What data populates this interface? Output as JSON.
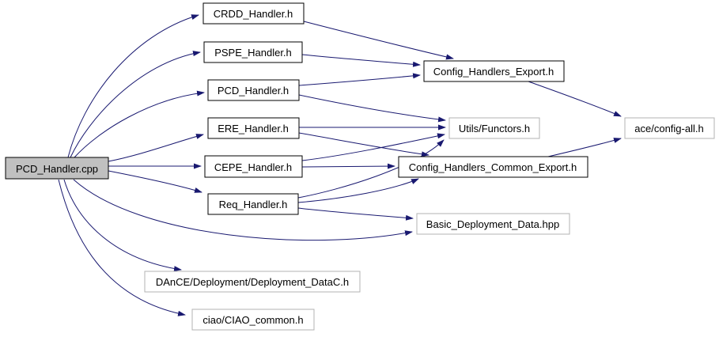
{
  "diagram": {
    "type": "include-dependency-graph",
    "background_color": "#ffffff",
    "edge_color": "#191970",
    "node_fill": "#ffffff",
    "main_node_fill": "#c0c0c0",
    "internal_node_border": "#000000",
    "external_node_border": "#b3b3b3",
    "nodes": [
      {
        "id": "main",
        "label": "PCD_Handler.cpp",
        "kind": "source-file"
      },
      {
        "id": "crdd",
        "label": "CRDD_Handler.h",
        "kind": "internal-header"
      },
      {
        "id": "pspe",
        "label": "PSPE_Handler.h",
        "kind": "internal-header"
      },
      {
        "id": "pcd_h",
        "label": "PCD_Handler.h",
        "kind": "internal-header"
      },
      {
        "id": "ere",
        "label": "ERE_Handler.h",
        "kind": "internal-header"
      },
      {
        "id": "cepe",
        "label": "CEPE_Handler.h",
        "kind": "internal-header"
      },
      {
        "id": "req",
        "label": "Req_Handler.h",
        "kind": "internal-header"
      },
      {
        "id": "cfg_export",
        "label": "Config_Handlers_Export.h",
        "kind": "internal-header"
      },
      {
        "id": "utils",
        "label": "Utils/Functors.h",
        "kind": "external-header"
      },
      {
        "id": "cfg_common",
        "label": "Config_Handlers_Common_Export.h",
        "kind": "internal-header"
      },
      {
        "id": "ace",
        "label": "ace/config-all.h",
        "kind": "external-header"
      },
      {
        "id": "basic",
        "label": "Basic_Deployment_Data.hpp",
        "kind": "external-header"
      },
      {
        "id": "dance",
        "label": "DAnCE/Deployment/Deployment_DataC.h",
        "kind": "external-header"
      },
      {
        "id": "ciao",
        "label": "ciao/CIAO_common.h",
        "kind": "external-header"
      }
    ],
    "edges": [
      {
        "from": "PCD_Handler.cpp",
        "to": "CRDD_Handler.h"
      },
      {
        "from": "PCD_Handler.cpp",
        "to": "PSPE_Handler.h"
      },
      {
        "from": "PCD_Handler.cpp",
        "to": "PCD_Handler.h"
      },
      {
        "from": "PCD_Handler.cpp",
        "to": "ERE_Handler.h"
      },
      {
        "from": "PCD_Handler.cpp",
        "to": "CEPE_Handler.h"
      },
      {
        "from": "PCD_Handler.cpp",
        "to": "Req_Handler.h"
      },
      {
        "from": "PCD_Handler.cpp",
        "to": "Basic_Deployment_Data.hpp"
      },
      {
        "from": "PCD_Handler.cpp",
        "to": "DAnCE/Deployment/Deployment_DataC.h"
      },
      {
        "from": "PCD_Handler.cpp",
        "to": "ciao/CIAO_common.h"
      },
      {
        "from": "CRDD_Handler.h",
        "to": "Config_Handlers_Export.h"
      },
      {
        "from": "PSPE_Handler.h",
        "to": "Config_Handlers_Export.h"
      },
      {
        "from": "PCD_Handler.h",
        "to": "Config_Handlers_Export.h"
      },
      {
        "from": "PCD_Handler.h",
        "to": "Utils/Functors.h"
      },
      {
        "from": "ERE_Handler.h",
        "to": "Utils/Functors.h"
      },
      {
        "from": "ERE_Handler.h",
        "to": "Config_Handlers_Common_Export.h"
      },
      {
        "from": "CEPE_Handler.h",
        "to": "Utils/Functors.h"
      },
      {
        "from": "CEPE_Handler.h",
        "to": "Config_Handlers_Common_Export.h"
      },
      {
        "from": "Req_Handler.h",
        "to": "Utils/Functors.h"
      },
      {
        "from": "Req_Handler.h",
        "to": "Config_Handlers_Common_Export.h"
      },
      {
        "from": "Req_Handler.h",
        "to": "Basic_Deployment_Data.hpp"
      },
      {
        "from": "Config_Handlers_Export.h",
        "to": "ace/config-all.h"
      },
      {
        "from": "Config_Handlers_Common_Export.h",
        "to": "ace/config-all.h"
      }
    ]
  }
}
